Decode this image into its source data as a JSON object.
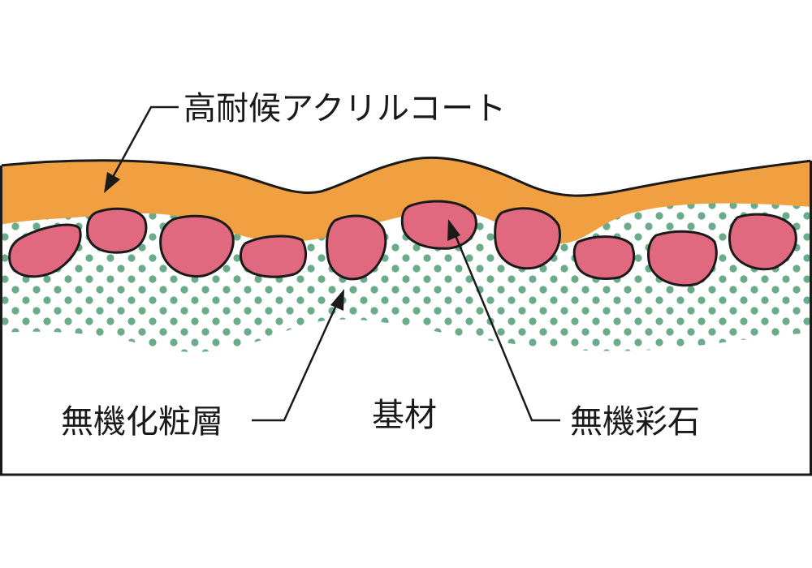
{
  "labels": {
    "coat": "高耐候アクリルコート",
    "layer": "無機化粧層",
    "substrate": "基材",
    "stone": "無機彩石"
  },
  "colors": {
    "coat": "#f0a040",
    "stone": "#e0687f",
    "dots": "#6aab8a",
    "outline": "#1a1a1a",
    "background": "#ffffff"
  }
}
